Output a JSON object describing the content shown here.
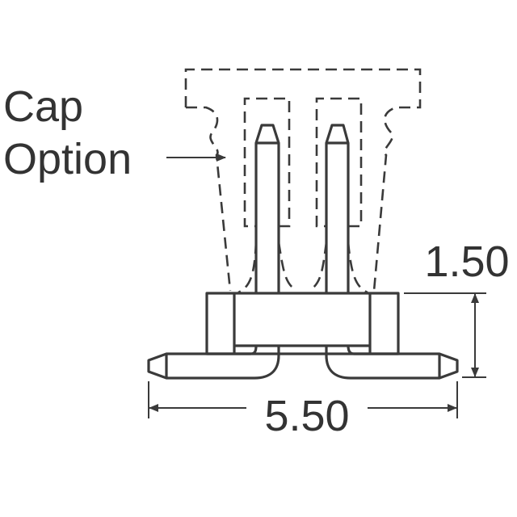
{
  "labels": {
    "cap_line1": "Cap",
    "cap_line2": "Option",
    "height_dim": "1.50",
    "width_dim": "5.50"
  },
  "colors": {
    "line": "#3a3a3a",
    "background": "#ffffff"
  }
}
